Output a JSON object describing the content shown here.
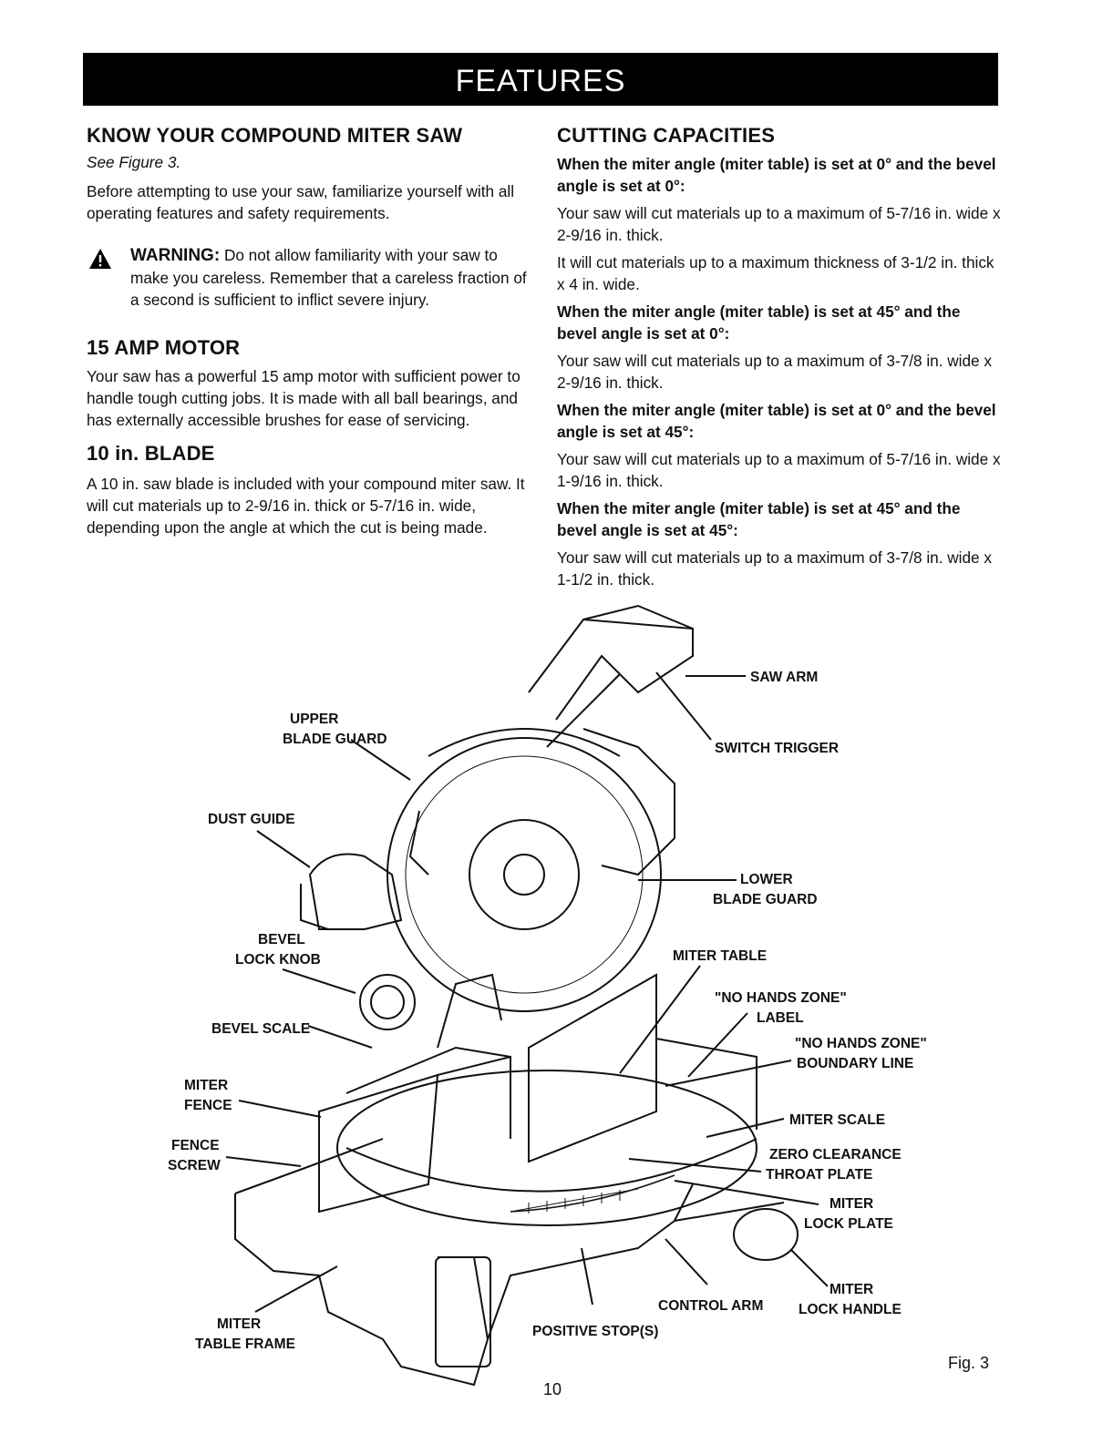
{
  "banner": {
    "title": "FEATURES"
  },
  "left": {
    "know": {
      "heading": "KNOW YOUR COMPOUND MITER SAW",
      "see": "See Figure 3.",
      "intro": "Before attempting to use your saw, familiarize yourself with all operating features and safety requirements.",
      "warning_lead": "WARNING:",
      "warning_text": "Do not allow familiarity with your saw to make you careless. Remember that a careless fraction of a second is sufficient to inflict severe injury."
    },
    "motor": {
      "heading": "15 AMP MOTOR",
      "text": "Your saw has a powerful 15 amp motor with sufficient power to handle tough cutting jobs. It is made with all ball bearings, and has externally accessible brushes for ease of servicing."
    },
    "blade": {
      "heading": "10 in. BLADE",
      "text": "A 10 in. saw blade is included with your compound miter saw. It will cut materials up to 2-9/16 in. thick or 5-7/16 in. wide, depending upon the angle at which the cut is being made."
    }
  },
  "right": {
    "heading": "CUTTING CAPACITIES",
    "blocks": [
      {
        "condition": "When the miter angle (miter table) is set at 0° and the bevel angle is set at 0°:",
        "lines": [
          "Your saw will cut materials up to a maximum of 5-7/16 in. wide x 2-9/16 in. thick.",
          "It will cut materials up to a maximum thickness of 3-1/2 in. thick x 4 in. wide."
        ]
      },
      {
        "condition": "When the miter angle (miter table) is set at 45° and the bevel angle is set at 0°:",
        "lines": [
          "Your saw will cut materials up to a maximum of 3-7/8 in. wide x 2-9/16 in. thick."
        ]
      },
      {
        "condition": "When the miter angle (miter table) is set at 0° and the bevel angle is set at 45°:",
        "lines": [
          "Your saw will cut materials up to a maximum of 5-7/16 in. wide x 1-9/16 in. thick."
        ]
      },
      {
        "condition": "When the miter angle (miter table) is set at 45° and the bevel angle is set at 45°:",
        "lines": [
          "Your saw will cut materials up to a maximum of 3-7/8 in. wide x 1-1/2 in. thick."
        ]
      }
    ]
  },
  "figure": {
    "labels": {
      "saw_arm": "SAW ARM",
      "upper_blade_guard_1": "UPPER",
      "upper_blade_guard_2": "BLADE GUARD",
      "switch_trigger": "SWITCH TRIGGER",
      "dust_guide": "DUST GUIDE",
      "lower_blade_guard_1": "LOWER",
      "lower_blade_guard_2": "BLADE GUARD",
      "bevel_lock_knob_1": "BEVEL",
      "bevel_lock_knob_2": "LOCK KNOB",
      "miter_table": "MITER TABLE",
      "no_hands_zone_label_1": "\"NO HANDS ZONE\"",
      "no_hands_zone_label_2": "LABEL",
      "bevel_scale": "BEVEL SCALE",
      "no_hands_boundary_1": "\"NO HANDS ZONE\"",
      "no_hands_boundary_2": "BOUNDARY LINE",
      "miter_fence_1": "MITER",
      "miter_fence_2": "FENCE",
      "miter_scale": "MITER SCALE",
      "fence_screw_1": "FENCE",
      "fence_screw_2": "SCREW",
      "zero_clearance_1": "ZERO CLEARANCE",
      "zero_clearance_2": "THROAT PLATE",
      "miter_lock_plate_1": "MITER",
      "miter_lock_plate_2": "LOCK PLATE",
      "miter_lock_handle_1": "MITER",
      "miter_lock_handle_2": "LOCK HANDLE",
      "control_arm": "CONTROL ARM",
      "miter_table_frame_1": "MITER",
      "miter_table_frame_2": "TABLE FRAME",
      "positive_stops": "POSITIVE STOP(S)"
    },
    "caption": "Fig. 3"
  },
  "page_number": "10"
}
